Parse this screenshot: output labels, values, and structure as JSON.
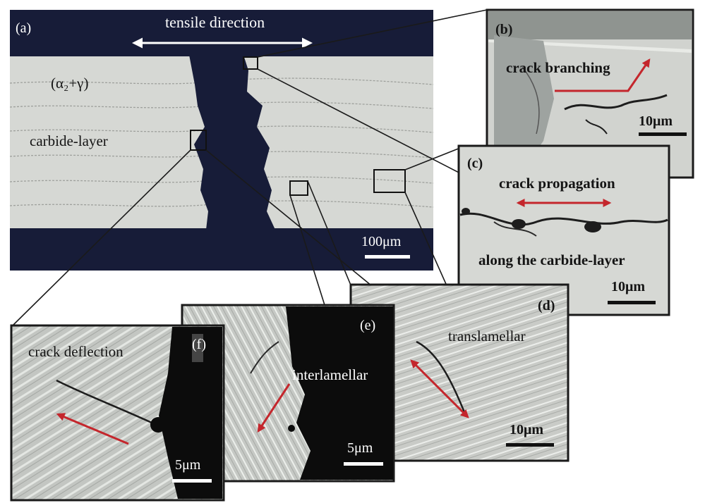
{
  "panels": {
    "a": {
      "label": "(a)",
      "direction_text": "tensile direction",
      "phase_label": "(α₂+γ)",
      "layer_label": "carbide-layer",
      "scale_text": "100μm"
    },
    "b": {
      "label": "(b)",
      "caption": "crack branching",
      "scale_text": "10μm"
    },
    "c": {
      "label": "(c)",
      "caption": "crack propagation",
      "caption2": "along the carbide-layer",
      "scale_text": "10μm"
    },
    "d": {
      "label": "(d)",
      "caption": "translamellar",
      "scale_text": "10μm"
    },
    "e": {
      "label": "(e)",
      "caption": "interlamellar",
      "scale_text": "5μm"
    },
    "f": {
      "label": "(f)",
      "caption": "crack deflection",
      "scale_text": "5μm"
    }
  },
  "colors": {
    "background": "#ffffff",
    "matrix": "#d6d8d4",
    "void": "#171c38",
    "arrow_red": "#c4262c",
    "border": "#1a1a1a"
  }
}
